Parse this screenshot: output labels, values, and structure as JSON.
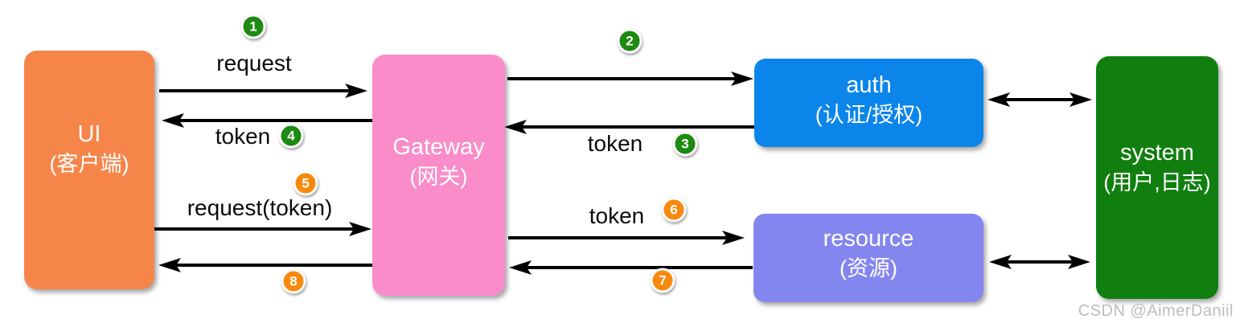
{
  "diagram": {
    "title_none": "",
    "nodes": {
      "ui": {
        "title": "UI",
        "subtitle": "(客户端)",
        "color": "#F6854A"
      },
      "gateway": {
        "title": "Gateway",
        "subtitle": "(网关)",
        "color": "#F98CC9"
      },
      "auth": {
        "title": "auth",
        "subtitle": "(认证/授权)",
        "color": "#0B85E9"
      },
      "resource": {
        "title": "resource",
        "subtitle": "(资源)",
        "color": "#8486EF"
      },
      "system": {
        "title": "system",
        "subtitle": "(用户,日志)",
        "color": "#107F10"
      }
    },
    "flows": [
      {
        "step": "1",
        "label": "request",
        "from": "ui",
        "to": "gateway",
        "badge_color": "#1D8A11"
      },
      {
        "step": "2",
        "label": "",
        "from": "gateway",
        "to": "auth",
        "badge_color": "#1D8A11"
      },
      {
        "step": "3",
        "label": "token",
        "from": "auth",
        "to": "gateway",
        "badge_color": "#1D8A11"
      },
      {
        "step": "4",
        "label": "token",
        "from": "gateway",
        "to": "ui",
        "badge_color": "#1D8A11"
      },
      {
        "step": "5",
        "label": "request(token)",
        "from": "ui",
        "to": "gateway",
        "badge_color": "#F78A0D"
      },
      {
        "step": "6",
        "label": "token",
        "from": "gateway",
        "to": "resource",
        "badge_color": "#F78A0D"
      },
      {
        "step": "7",
        "label": "",
        "from": "resource",
        "to": "gateway",
        "badge_color": "#F78A0D"
      },
      {
        "step": "8",
        "label": "",
        "from": "gateway",
        "to": "ui",
        "badge_color": "#F78A0D"
      }
    ],
    "bidirectional_links": [
      {
        "between": "auth-system"
      },
      {
        "between": "resource-system"
      }
    ],
    "watermark": "CSDN @AimerDaniil"
  }
}
